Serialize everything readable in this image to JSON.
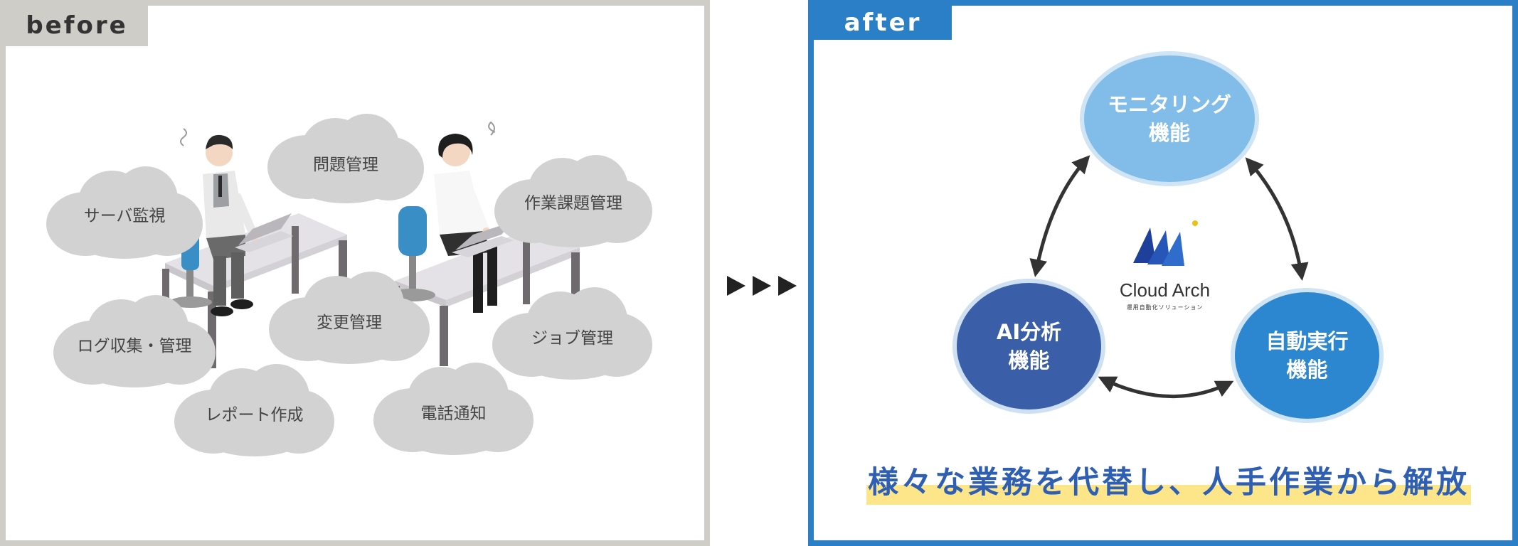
{
  "before": {
    "tab": "before",
    "clouds": [
      {
        "label": "問題管理"
      },
      {
        "label": "サーバ監視"
      },
      {
        "label": "作業課題管理"
      },
      {
        "label": "変更管理"
      },
      {
        "label": "ログ収集・管理"
      },
      {
        "label": "ジョブ管理"
      },
      {
        "label": "レポート作成"
      },
      {
        "label": "電話通知"
      }
    ]
  },
  "after": {
    "tab": "after",
    "nodes": {
      "monitoring": [
        "モニタリング",
        "機能"
      ],
      "ai": [
        "AI分析",
        "機能"
      ],
      "auto": [
        "自動実行",
        "機能"
      ]
    },
    "logo": {
      "name": "Cloud Arch",
      "sub": "運用自動化ソリューション"
    },
    "message": "様々な業務を代替し、人手作業から解放"
  },
  "colors": {
    "before_border": "#cfcdc7",
    "after_border": "#2a7fc7",
    "cloud": "#d2d2d2",
    "monitoring": "#82bde9",
    "ai": "#3a5fa8",
    "auto": "#2c86d0",
    "message": "#2f5fb3",
    "highlight": "#fde68a"
  }
}
